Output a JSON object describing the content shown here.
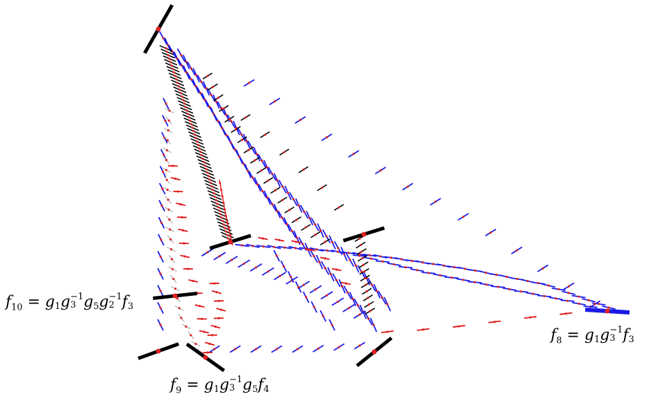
{
  "colors": {
    "frame": "#000000",
    "blue": "#1a1ae6",
    "red": "#e01010",
    "grey": "#b8b8b8",
    "dot": "#e02020"
  },
  "labels": {
    "f10": {
      "func": "f",
      "index": "10",
      "eq": " = ",
      "expr": [
        [
          "g",
          "1",
          ""
        ],
        [
          "g",
          "3",
          "−1"
        ],
        [
          "g",
          "5",
          ""
        ],
        [
          "g",
          "2",
          "−1"
        ],
        [
          "f",
          "3",
          ""
        ]
      ]
    },
    "f9": {
      "func": "f",
      "index": "9",
      "eq": " = ",
      "expr": [
        [
          "g",
          "1",
          ""
        ],
        [
          "g",
          "3",
          "−1"
        ],
        [
          "g",
          "5",
          ""
        ],
        [
          "f",
          "4",
          ""
        ]
      ]
    },
    "f8": {
      "func": "f",
      "index": "8",
      "eq": " = ",
      "expr": [
        [
          "g",
          "1",
          ""
        ],
        [
          "g",
          "3",
          "−1"
        ],
        [
          "f",
          "3",
          ""
        ]
      ]
    }
  }
}
